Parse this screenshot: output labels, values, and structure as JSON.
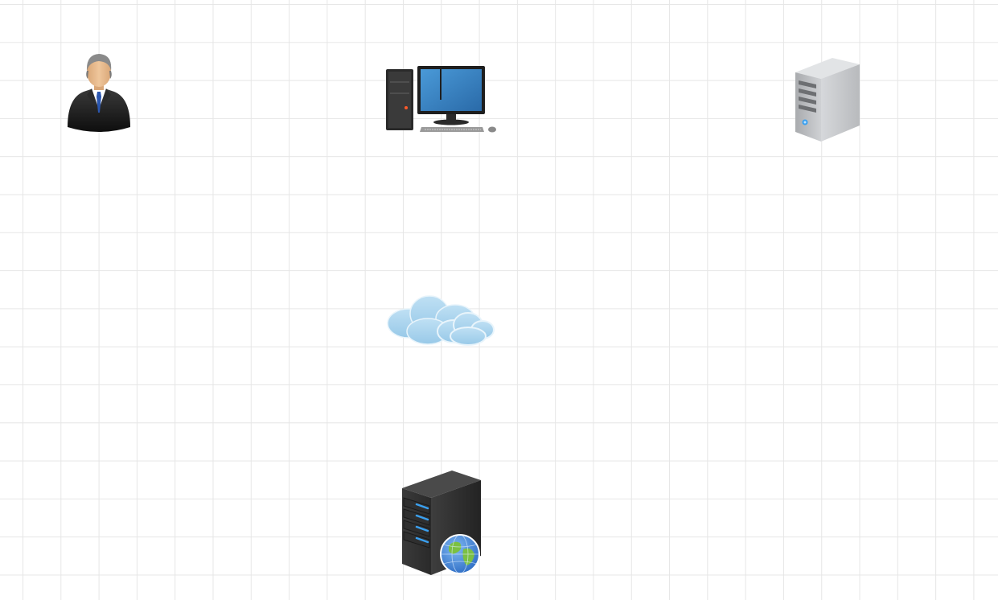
{
  "canvas": {
    "grid": true,
    "background": "#ffffff",
    "grid_color": "#e6e6e6"
  },
  "shapes": [
    {
      "id": "person",
      "icon": "businessman-icon"
    },
    {
      "id": "desktop",
      "icon": "desktop-computer-icon"
    },
    {
      "id": "server",
      "icon": "tower-server-icon"
    },
    {
      "id": "cloud",
      "icon": "cloud-icon"
    },
    {
      "id": "webserver",
      "icon": "web-server-icon"
    }
  ],
  "colors": {
    "suit": "#1c1c1c",
    "skin": "#e8b98a",
    "hair": "#8a8a8a",
    "tie": "#2a56b0",
    "screen": "#3a86c8",
    "cloud": "#a9d4ee",
    "server_silver": "#c4c6c9",
    "webserver_dark": "#2e2e2e",
    "led_blue": "#3aa0f0",
    "globe_blue": "#3b7fd6",
    "globe_green": "#7bc043"
  }
}
